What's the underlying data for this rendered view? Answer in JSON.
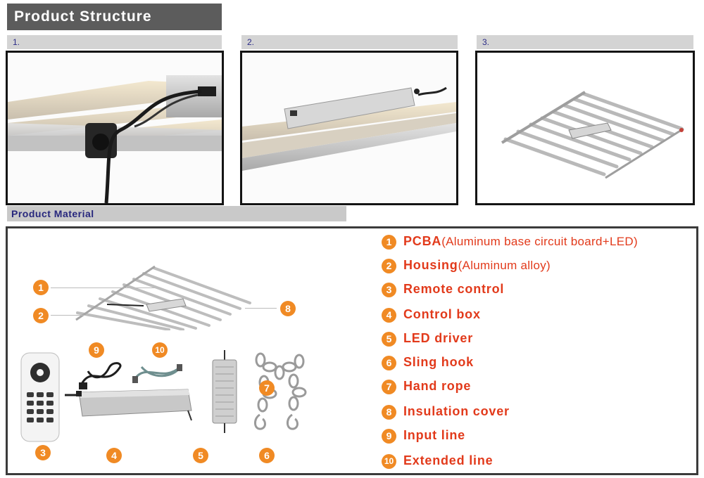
{
  "header": {
    "title": "Product  Structure"
  },
  "structure_steps": [
    {
      "label": "1."
    },
    {
      "label": "2."
    },
    {
      "label": "3."
    }
  ],
  "material": {
    "title": "Product  Material",
    "items": [
      {
        "number": "1",
        "name": "PCBA",
        "detail": "(Aluminum base circuit board+LED)"
      },
      {
        "number": "2",
        "name": "Housing",
        "detail": "(Aluminum alloy)"
      },
      {
        "number": "3",
        "name": "Remote control",
        "detail": ""
      },
      {
        "number": "4",
        "name": "Control box",
        "detail": ""
      },
      {
        "number": "5",
        "name": "LED driver",
        "detail": ""
      },
      {
        "number": "6",
        "name": "Sling hook",
        "detail": ""
      },
      {
        "number": "7",
        "name": "Hand rope",
        "detail": ""
      },
      {
        "number": "8",
        "name": "Insulation cover",
        "detail": ""
      },
      {
        "number": "9",
        "name": "Input line",
        "detail": ""
      },
      {
        "number": "10",
        "name": "Extended line",
        "detail": ""
      }
    ]
  },
  "colors": {
    "badge": "#f08a24",
    "label_red": "#e23a1b",
    "header_dark": "#5c5c5c",
    "header_light": "#d4d4d4"
  }
}
